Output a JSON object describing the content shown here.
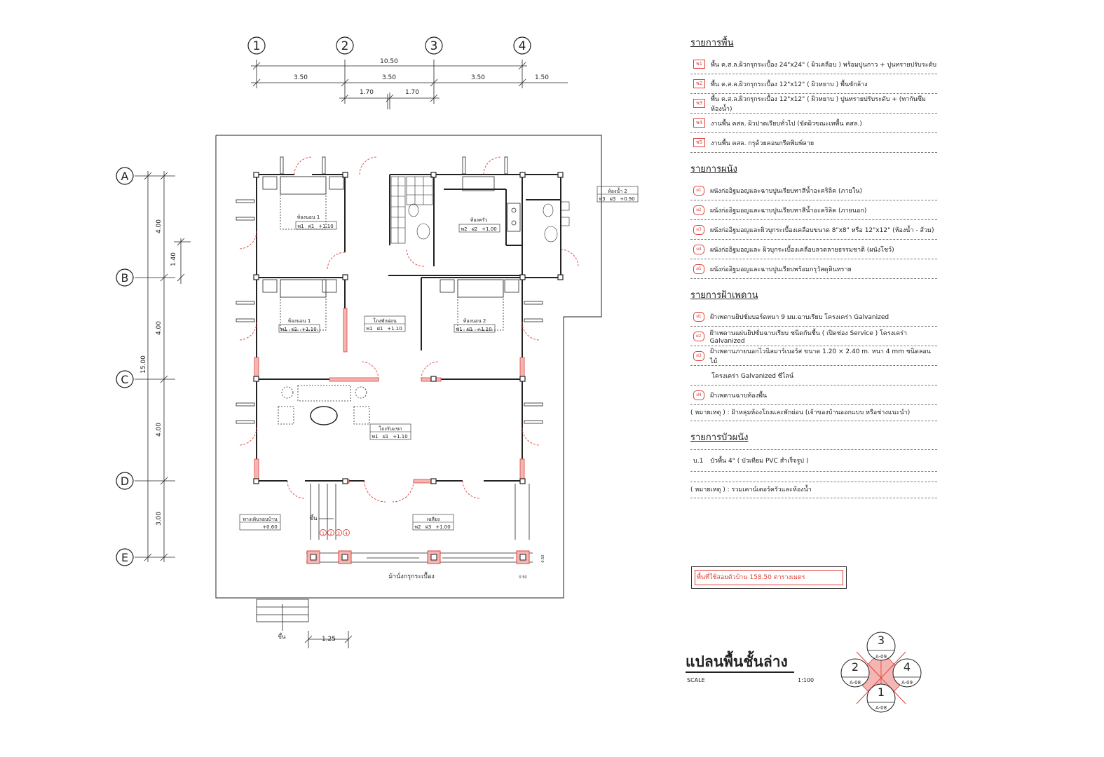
{
  "grid": {
    "columns": [
      "1",
      "2",
      "3",
      "4"
    ],
    "rows": [
      "A",
      "B",
      "C",
      "D",
      "E"
    ],
    "top_dims": {
      "overall": "10.50",
      "spans": [
        "3.50",
        "3.50",
        "3.50",
        "1.50"
      ],
      "sub": [
        "1.70",
        "1.70"
      ]
    },
    "left_dims": {
      "overall": "15.00",
      "spans": [
        "4.00",
        "4.00",
        "4.00",
        "3.00"
      ],
      "sub": "1.40"
    },
    "bottom_dim": "1.25"
  },
  "rooms": {
    "bed1": {
      "name": "ห้องนอน 1",
      "tags": [
        "พ1",
        "ฝ1",
        "+1.10"
      ]
    },
    "bedm": {
      "name": "ห้องนอน 1",
      "tags": [
        "พ1",
        "ฝ1",
        "+1.10"
      ]
    },
    "bed2": {
      "name": "ห้องนอน 2",
      "tags": [
        "พ1",
        "ฝ1",
        "+1.10"
      ]
    },
    "kitchen": {
      "name": "ห้องครัว",
      "tags": [
        "พ2",
        "ฝ2",
        "+1.00"
      ]
    },
    "bath2": {
      "name": "ห้องน้ำ 2",
      "tags": [
        "พ3",
        "ฝ3",
        "+0.90"
      ]
    },
    "hall": {
      "name": "โถงพักผ่อน",
      "tags": [
        "พ1",
        "ฝ1",
        "+1.10"
      ]
    },
    "living": {
      "name": "โถงรับแขก",
      "tags": [
        "พ1",
        "ฝ1",
        "+1.10"
      ]
    },
    "terrace": {
      "name": "เฉลียง",
      "tags": [
        "พ2",
        "ฝ3",
        "+1.00"
      ]
    },
    "entrance": {
      "name": "ทางเดินรอบบ้าน",
      "tags": [
        "",
        "",
        "+0.60"
      ]
    }
  },
  "plan_labels": {
    "up1": "ขึ้น",
    "up2": "ขึ้น",
    "bench": "ม้านั่งกรุกระเบื้อง",
    "steps": [
      "1",
      "2",
      "3",
      "4"
    ],
    "small_dims": [
      "0.50",
      "0.50"
    ]
  },
  "legend": {
    "floor_title": "รายการพื้น",
    "floors": [
      {
        "tag": "พ1",
        "text": "พื้น ค.ส.ล.ผิวกรุกระเบื้อง 24\"x24\" ( ผิวเคลือบ ) พร้อมปูนกาว + ปูนทรายปรับระดับ"
      },
      {
        "tag": "พ2",
        "text": "พื้น ค.ส.ล.ผิวกรุกระเบื้อง 12\"x12\" ( ผิวหยาบ ) พื้นซักล้าง"
      },
      {
        "tag": "พ3",
        "text": "พื้น ค.ส.ล.ผิวกรุกระเบื้อง 12\"x12\" ( ผิวหยาบ ) ปูนทรายปรับระดับ + (ทากันซึมห้องน้ำ)"
      },
      {
        "tag": "พ4",
        "text": "งานพื้น คสล. ผิวปาดเรียบทั่วไป  (ขัดผิวขณะเทพื้น คสล.)"
      },
      {
        "tag": "พ5",
        "text": "งานพื้น คสล. กรุด้วยคอนกรีตพิมพ์ลาย"
      }
    ],
    "wall_title": "รายการผนัง",
    "walls": [
      {
        "tag": "ผ1",
        "text": "ผนังก่ออิฐมอญและฉาบปูนเรียบทาสีน้ำอะคริลิค  (ภายใน)"
      },
      {
        "tag": "ผ2",
        "text": "ผนังก่ออิฐมอญและฉาบปูนเรียบทาสีน้ำอะคริลิค  (ภายนอก)"
      },
      {
        "tag": "ผ3",
        "text": "ผนังก่ออิฐมอญและผิวบุกระเบื้องเคลือบขนาด 8\"x8\" หรือ  12\"x12\"  (ห้องน้ำ - ส้วม)"
      },
      {
        "tag": "ผ4",
        "text": "ผนังก่ออิฐมอญและ ผิวบุกระเบื้องเคลือบลวดลายธรรมชาติ (ผนังโชว์)"
      },
      {
        "tag": "ผ5",
        "text": "ผนังก่ออิฐมอญและฉาบปูนเรียบพร้อมกรุวัสดุหินทราย"
      }
    ],
    "ceiling_title": "รายการฝ้าเพดาน",
    "ceilings": [
      {
        "tag": "ฝ1",
        "text": "ฝ้าเพดานยิปซั่มบอร์ดหนา 9 มม.ฉาบเรียบ  โครงเคร่า Galvanized"
      },
      {
        "tag": "ฝ2",
        "text": "ฝ้าเพดานแผ่นยิปซั่มฉาบเรียบ ชนิดกันชื้น ( เปิดช่อง Service ) โครงเคร่า Galvanized"
      },
      {
        "tag": "ฝ3",
        "text": "ฝ้าเพดานภายนอกไวนิลมาร์เบอร์ส ขนาด 1.20 × 2.40 m. หนา 4 mm ชนิดลอนไม้"
      },
      {
        "tag": "",
        "text": "โครงเคร่า Galvanized ซีไลน์"
      },
      {
        "tag": "ฝ4",
        "text": "ฝ้าเพดานฉาบท้องพื้น"
      }
    ],
    "ceiling_note": "( หมายเหตุ ) : ฝ้าหลุมห้องโถงและพักผ่อน (เจ้าของบ้านออกแบบ หรือช่างแนะนำ)",
    "skirting_title": "รายการบัวผนัง",
    "skirting": {
      "tag": "บ.1",
      "text": "บัวพื้น 4\" ( บัวเทียม PVC สำเร็จรูป )"
    },
    "skirting_note": "( หมายเหตุ ) : รวมเคาน์เตอร์ครัวและห้องน้ำ"
  },
  "area_note": "พื้นที่ใช้สอยตัวบ้าน 158.50 ตารางเมตร",
  "title": "แปลนพื้นชั้นล่าง",
  "scale_label": "SCALE",
  "scale_value": "1:100",
  "section_key": {
    "top": {
      "num": "3",
      "ref": "A-09"
    },
    "left": {
      "num": "2",
      "ref": "A-08"
    },
    "right": {
      "num": "4",
      "ref": "A-09"
    },
    "bottom": {
      "num": "1",
      "ref": "A-08"
    }
  }
}
